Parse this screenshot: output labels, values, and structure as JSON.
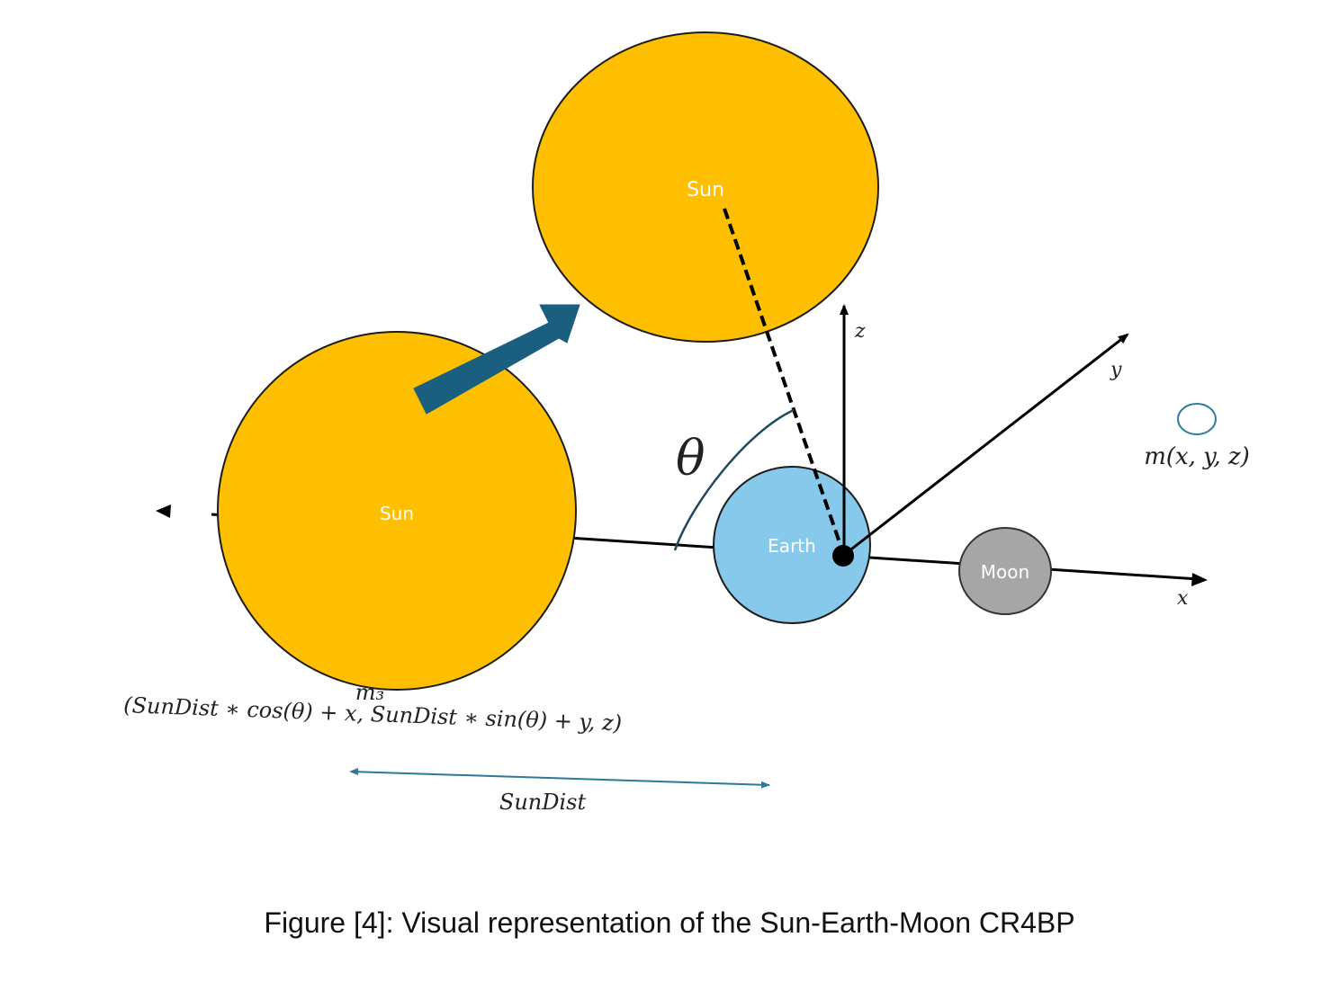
{
  "figure": {
    "caption": "Figure [4]: Visual representation of the Sun-Earth-Moon CR4BP"
  },
  "bodies": {
    "sun_moved_label": "Sun",
    "sun_original_label": "Sun",
    "earth_label": "Earth",
    "moon_label": "Moon"
  },
  "axes": {
    "x_label": "x",
    "y_label": "y",
    "z_label": "z"
  },
  "labels": {
    "theta": "θ",
    "test_mass": "m(x, y, z)",
    "m3": "m₃",
    "sun_position": "(SunDist ∗ cos(θ) + x, SunDist ∗ sin(θ) + y, z)",
    "sun_dist": "SunDist"
  },
  "colors": {
    "sun": "#fdbf00",
    "earth": "#86c9ea",
    "moon": "#a6a6a6",
    "arrow": "#1a5e80",
    "sundist_line": "#2b7a98"
  }
}
